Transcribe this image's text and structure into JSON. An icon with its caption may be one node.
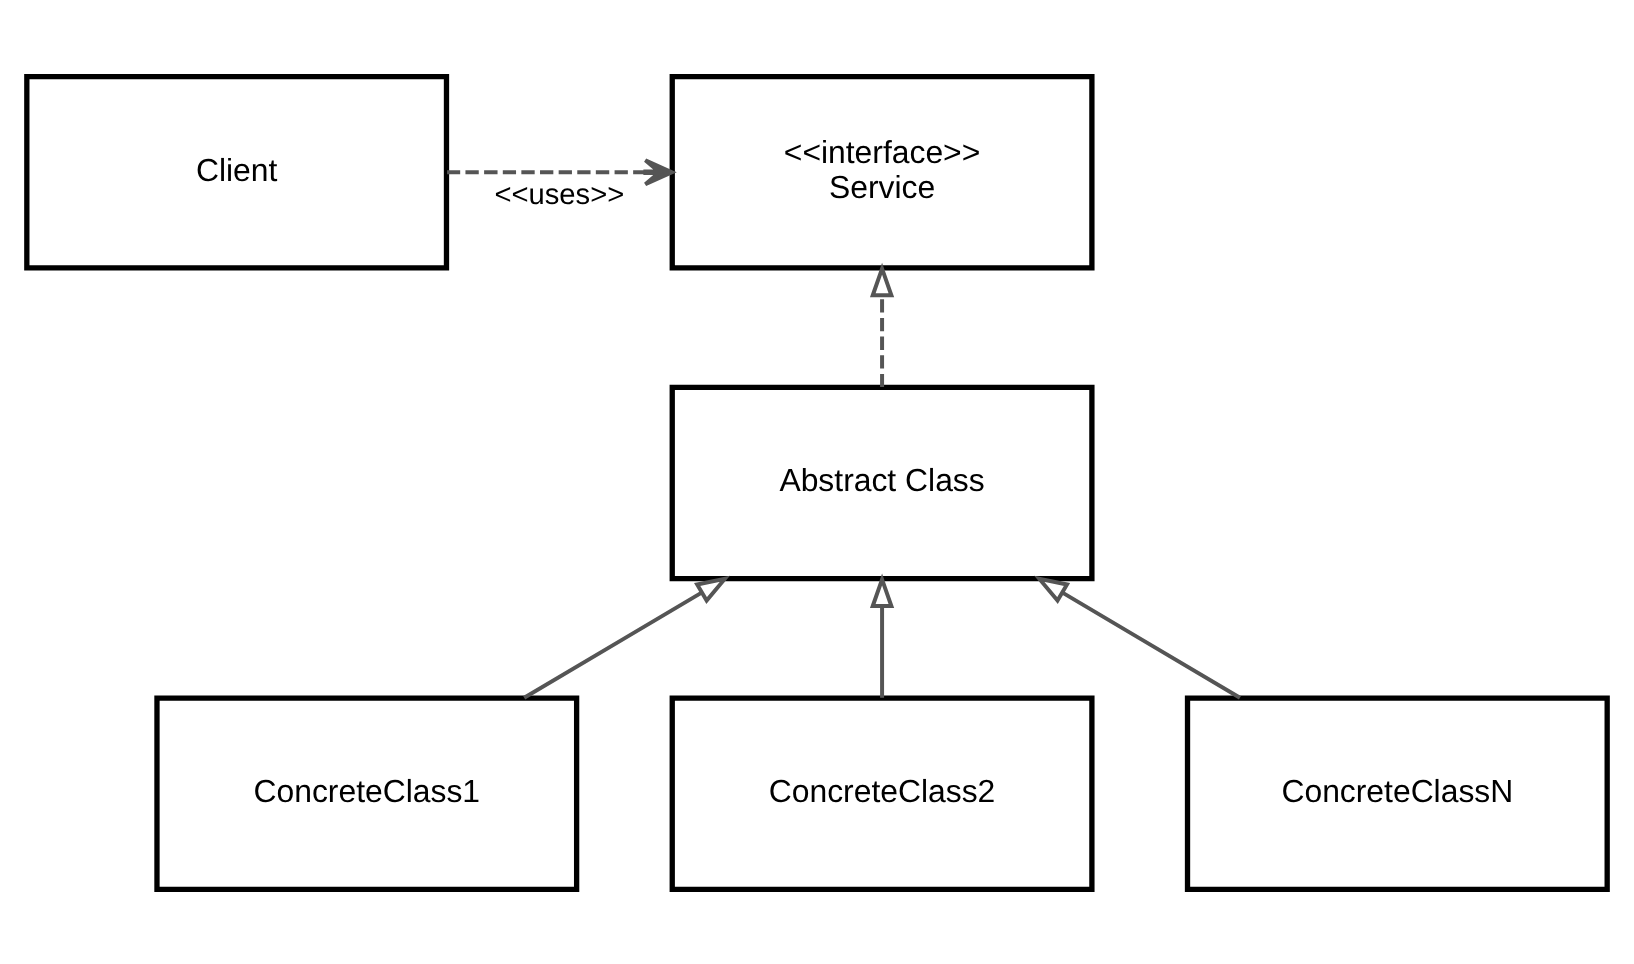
{
  "diagram": {
    "nodes": [
      {
        "text": [
          "Client"
        ]
      },
      {
        "text": [
          "<<interface>>",
          "Service"
        ]
      },
      {
        "text": [
          "Abstract Class"
        ]
      },
      {
        "text": [
          "ConcreteClass1"
        ]
      },
      {
        "text": [
          "ConcreteClass2"
        ]
      },
      {
        "text": [
          "ConcreteClassN"
        ]
      }
    ],
    "edges": [
      {
        "from": 0,
        "to": 1,
        "arrow": "to",
        "style": "dashed",
        "label": "<<uses>>"
      },
      {
        "from": 2,
        "to": 1,
        "arrow": "to",
        "style": "dashed"
      },
      {
        "from": 3,
        "to": 2,
        "arrow": "to"
      },
      {
        "from": 4,
        "to": 2,
        "arrow": "to"
      },
      {
        "from": 5,
        "to": 2,
        "arrow": "to"
      }
    ]
  }
}
